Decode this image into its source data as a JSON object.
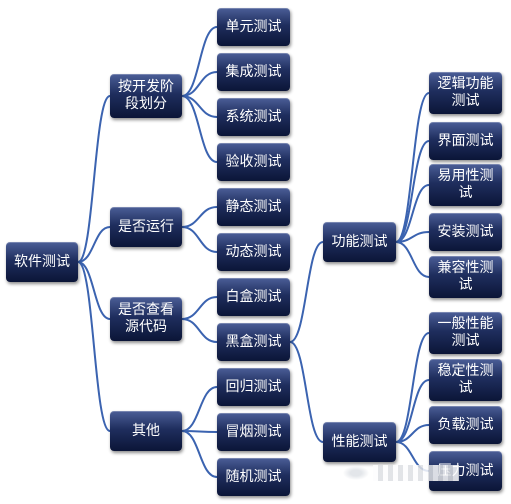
{
  "root": "软件测试",
  "categories": [
    "按开发阶\n段划分",
    "是否运行",
    "是否查看\n源代码",
    "其他"
  ],
  "leaves": [
    "单元测试",
    "集成测试",
    "系统测试",
    "验收测试",
    "静态测试",
    "动态测试",
    "白盒测试",
    "黑盒测试",
    "回归测试",
    "冒烟测试",
    "随机测试"
  ],
  "blackbox_types": [
    "功能测试",
    "性能测试"
  ],
  "functional_tests": [
    "逻辑功能\n测试",
    "界面测试",
    "易用性测\n试",
    "安装测试",
    "兼容性测\n试"
  ],
  "performance_tests": [
    "一般性能\n测试",
    "稳定性测\n试",
    "负载测试",
    "压力测试"
  ],
  "colors": {
    "node_top": "#4b5e97",
    "node_bottom": "#0b1537",
    "connector": "#3b63b0"
  }
}
